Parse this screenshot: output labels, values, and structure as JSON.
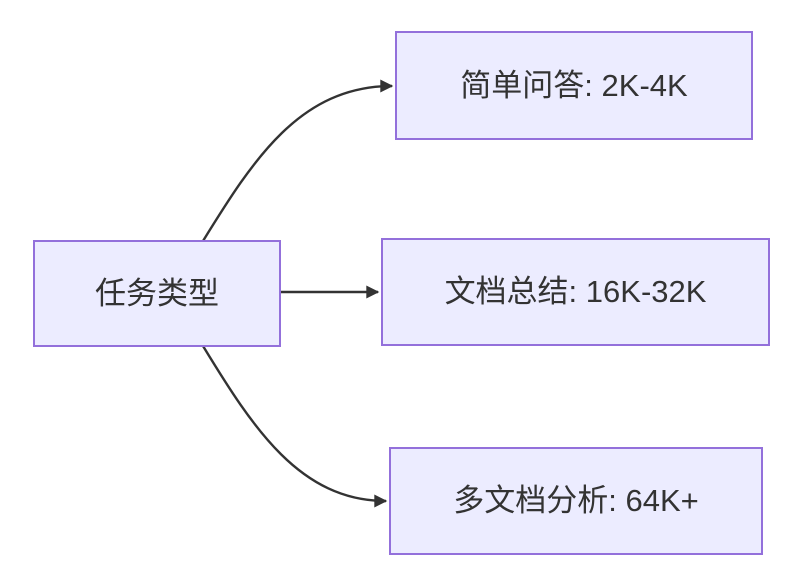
{
  "diagram": {
    "root_node": {
      "label": "任务类型"
    },
    "branch_nodes": [
      {
        "label": "简单问答: 2K-4K"
      },
      {
        "label": "文档总结: 16K-32K"
      },
      {
        "label": "多文档分析: 64K+"
      }
    ],
    "edges": [
      {
        "from": "任务类型",
        "to": "简单问答: 2K-4K"
      },
      {
        "from": "任务类型",
        "to": "文档总结: 16K-32K"
      },
      {
        "from": "任务类型",
        "to": "多文档分析: 64K+"
      }
    ],
    "colors": {
      "node_fill": "#ECECFF",
      "node_border": "#9370DB",
      "edge_stroke": "#333333",
      "text": "#333333",
      "background": "#FFFFFF"
    }
  }
}
